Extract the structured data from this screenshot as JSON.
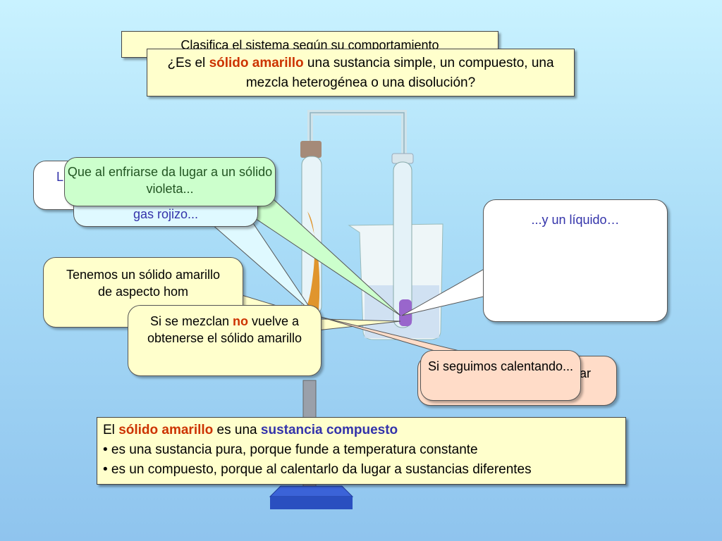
{
  "title": "Clasifica el sistema según su comportamiento",
  "question": {
    "prefix": "¿Es el ",
    "highlight": "sólido amarillo",
    "suffix": " una sustancia simple, un compuesto, una mezcla heterogénea o una disolución?"
  },
  "callouts": {
    "hidden_left_text": "L",
    "gas": "gas rojizo...",
    "violet": "Que al enfriarse da lugar a un sólido violeta...",
    "liquid": "...y un líquido…",
    "solid": "Tenemos un sólido amarillo de aspecto hom",
    "mix_prefix": "Si se mezclan ",
    "mix_no": "no",
    "mix_suffix": " vuelve a obtenerse el sólido amarillo",
    "peach_back": "ar",
    "continue": "Si seguimos calentando..."
  },
  "summary": {
    "line1_prefix": "El ",
    "line1_highlight": "sólido amarillo",
    "line1_mid": " es una ",
    "line1_highlight2": "sustancia compuesto",
    "bullet1": "• es una sustancia pura, porque funde a temperatura constante",
    "bullet2": "• es un compuesto, porque al calentarlo da lugar a sustancias diferentes"
  },
  "colors": {
    "accent": "#cc3300",
    "accent_blue": "#3333aa",
    "note_yellow": "#ffffcc",
    "note_green": "#ccffcc",
    "note_peach": "#ffdcc8"
  }
}
